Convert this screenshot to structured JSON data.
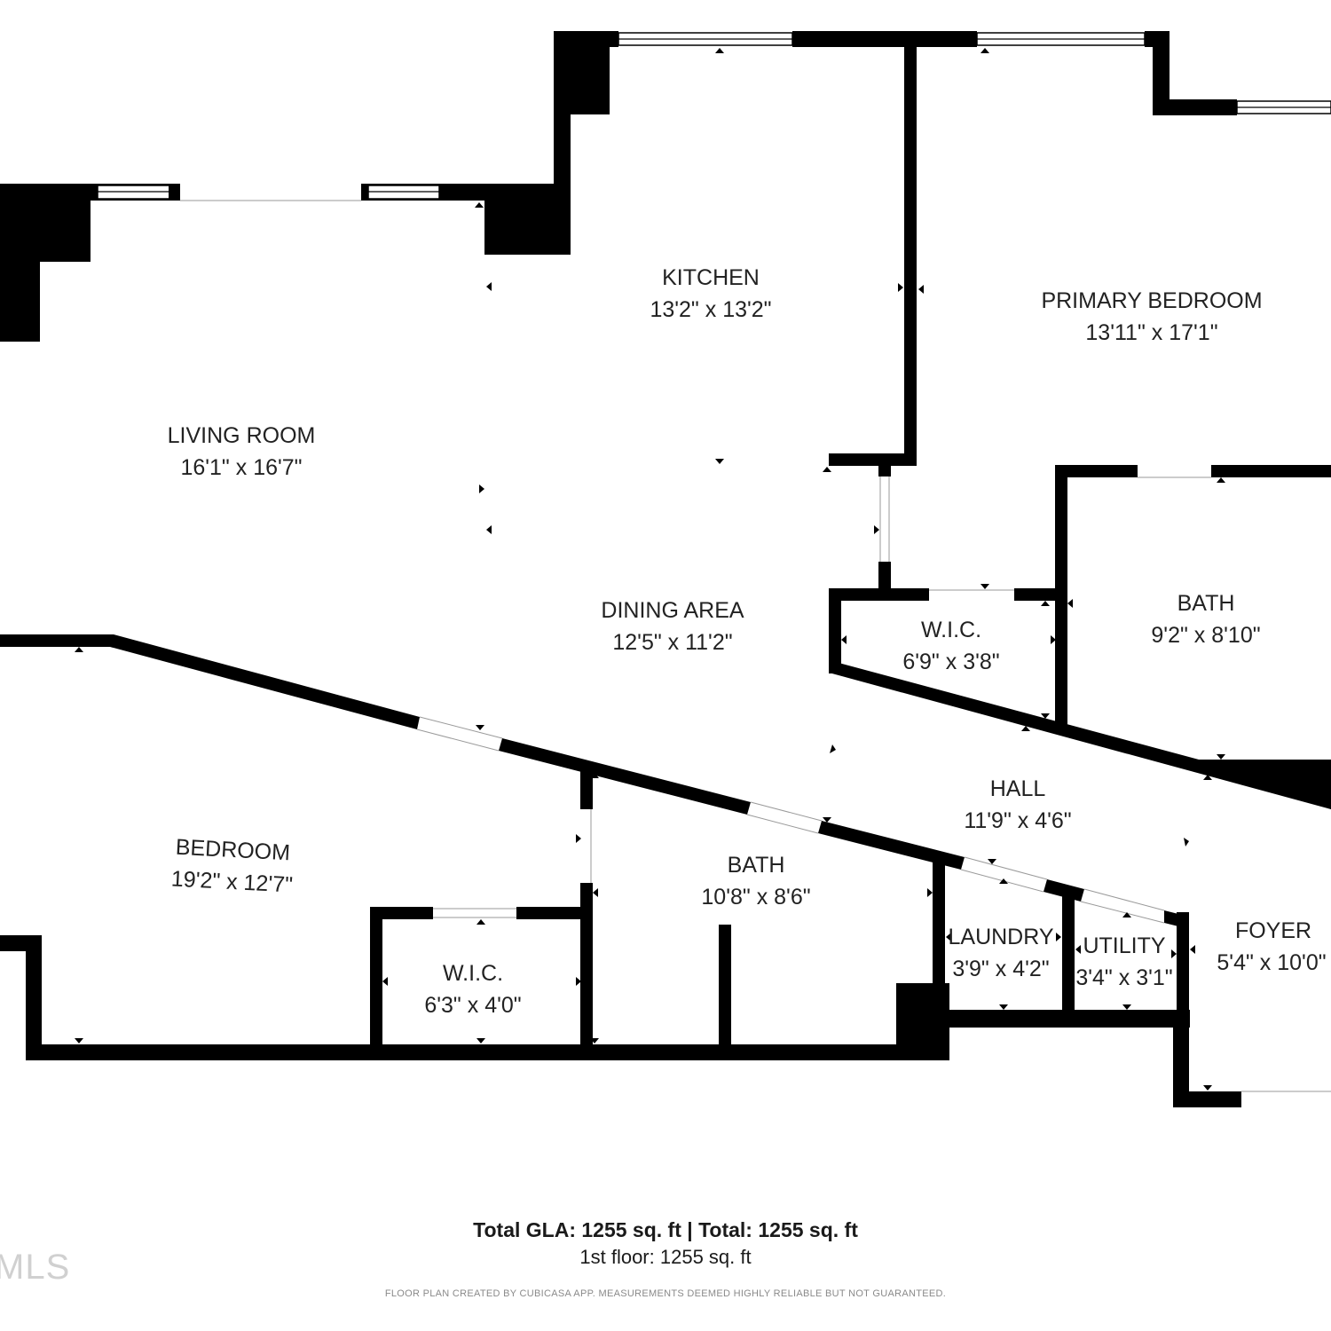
{
  "rooms": [
    {
      "name": "KITCHEN",
      "dim": "13'2\" x 13'2\""
    },
    {
      "name": "PRIMARY BEDROOM",
      "dim": "13'11\" x 17'1\""
    },
    {
      "name": "LIVING ROOM",
      "dim": "16'1\" x 16'7\""
    },
    {
      "name": "DINING AREA",
      "dim": "12'5\" x 11'2\""
    },
    {
      "name": "W.I.C.",
      "dim": "6'9\" x 3'8\""
    },
    {
      "name": "BATH",
      "dim": "9'2\" x 8'10\""
    },
    {
      "name": "HALL",
      "dim": "11'9\" x 4'6\""
    },
    {
      "name": "BEDROOM",
      "dim": "19'2\" x 12'7\""
    },
    {
      "name": "BATH",
      "dim": "10'8\" x 8'6\""
    },
    {
      "name": "LAUNDRY",
      "dim": "3'9\" x 4'2\""
    },
    {
      "name": "UTILITY",
      "dim": "3'4\" x 3'1\""
    },
    {
      "name": "FOYER",
      "dim": "5'4\" x 10'0\""
    },
    {
      "name": "W.I.C.",
      "dim": "6'3\" x 4'0\""
    }
  ],
  "footer": {
    "total": "Total GLA: 1255 sq. ft | Total: 1255 sq. ft",
    "floor": "1st floor: 1255 sq. ft",
    "disclaimer": "FLOOR PLAN CREATED BY CUBICASA APP. MEASUREMENTS DEEMED HIGHLY RELIABLE BUT NOT GUARANTEED.",
    "watermark": "MLS"
  },
  "colors": {
    "wall": "#000000",
    "background": "#ffffff",
    "text": "#222222"
  }
}
